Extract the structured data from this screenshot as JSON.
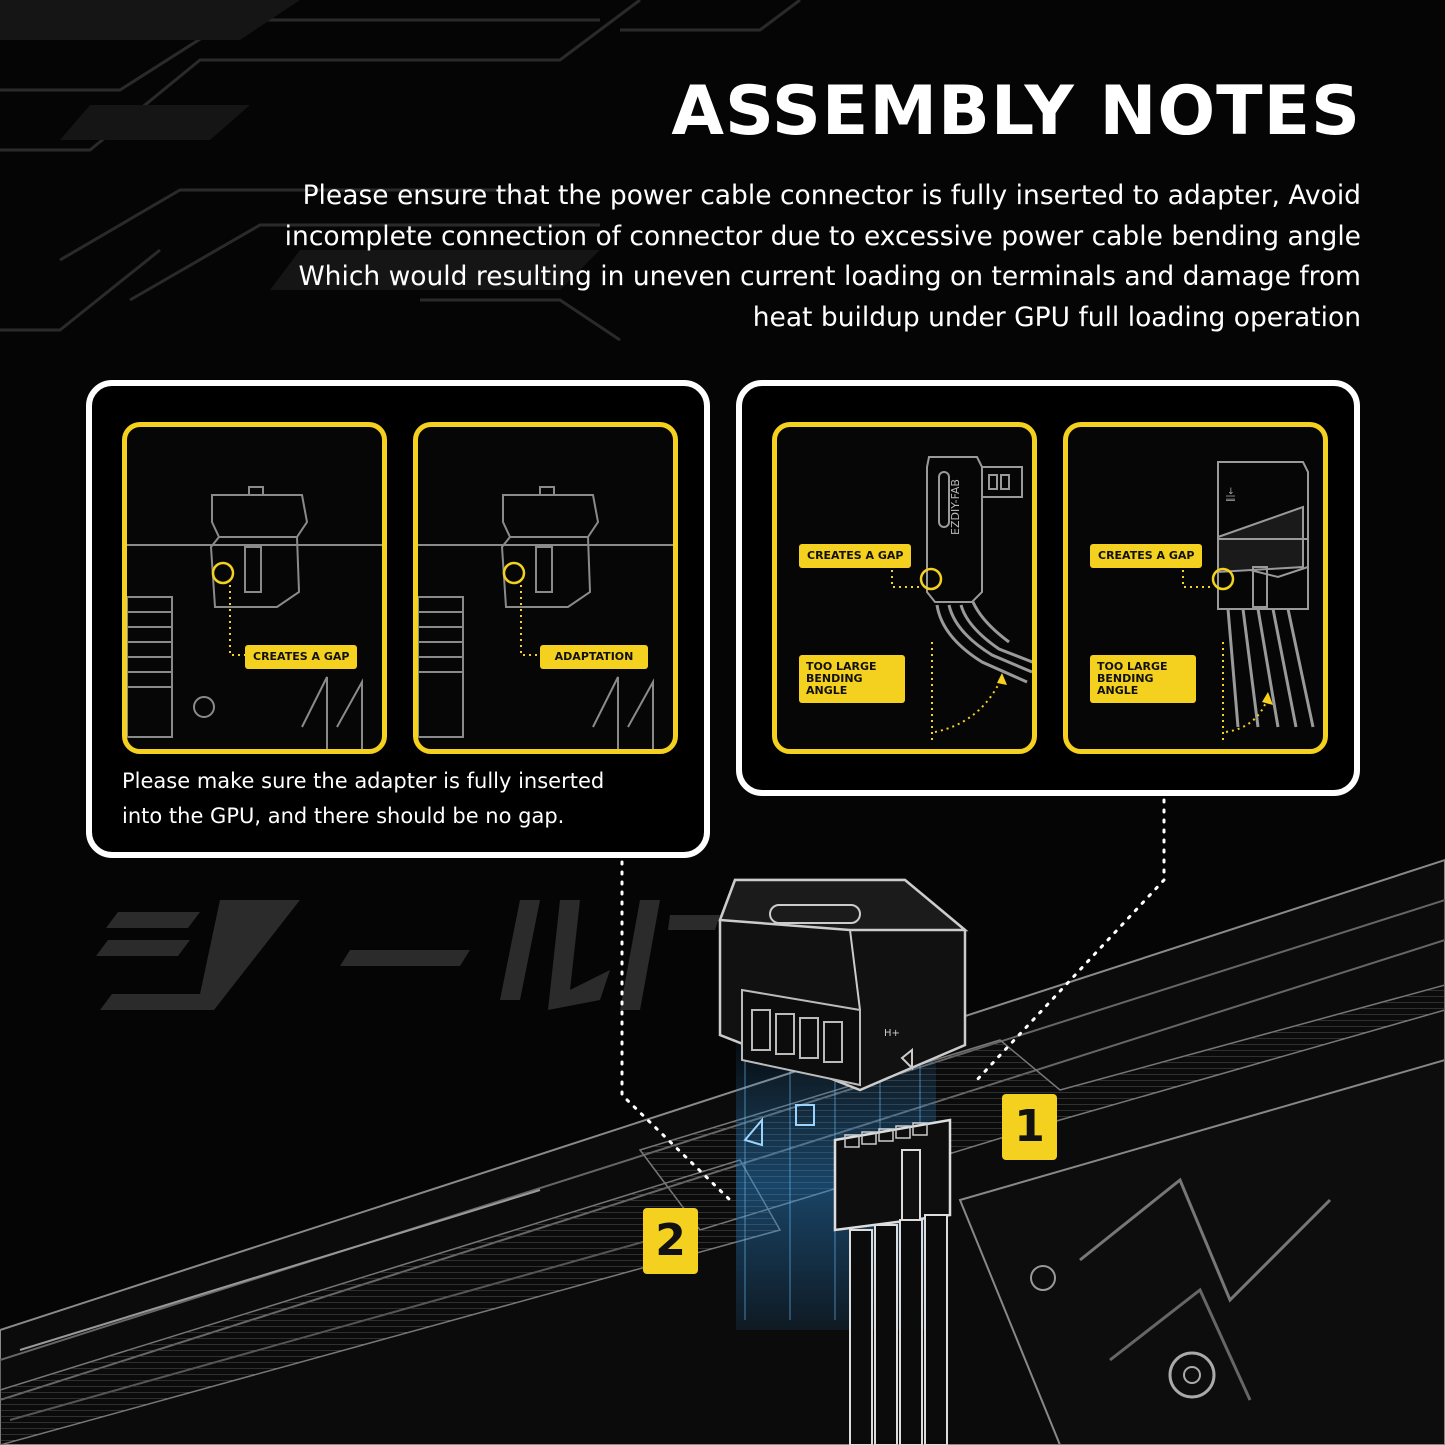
{
  "title": "ASSEMBLY NOTES",
  "intro_lines": [
    "Please ensure that the power cable connector is fully inserted to adapter, Avoid",
    "incomplete connection of connector due to excessive power cable bending angle",
    "Which would resulting in uneven current loading on terminals and damage from",
    "heat buildup under GPU full loading operation"
  ],
  "left_card": {
    "panels": [
      {
        "tag": "CREATES A GAP"
      },
      {
        "tag": "ADAPTATION"
      }
    ],
    "caption_lines": [
      "Please make sure the adapter is fully inserted",
      "into the GPU, and there should be no gap."
    ]
  },
  "right_card": {
    "panels": [
      {
        "gap_tag": "CREATES A GAP",
        "angle_tag": "TOO LARGE BENDING ANGLE",
        "brand": "EZDIY-FAB"
      },
      {
        "gap_tag": "CREATES A GAP",
        "angle_tag": "TOO LARGE BENDING ANGLE"
      }
    ]
  },
  "badges": [
    "1",
    "2"
  ],
  "colors": {
    "accent": "#f4d11e",
    "glow": "#2a8ad6",
    "background": "#050505"
  }
}
